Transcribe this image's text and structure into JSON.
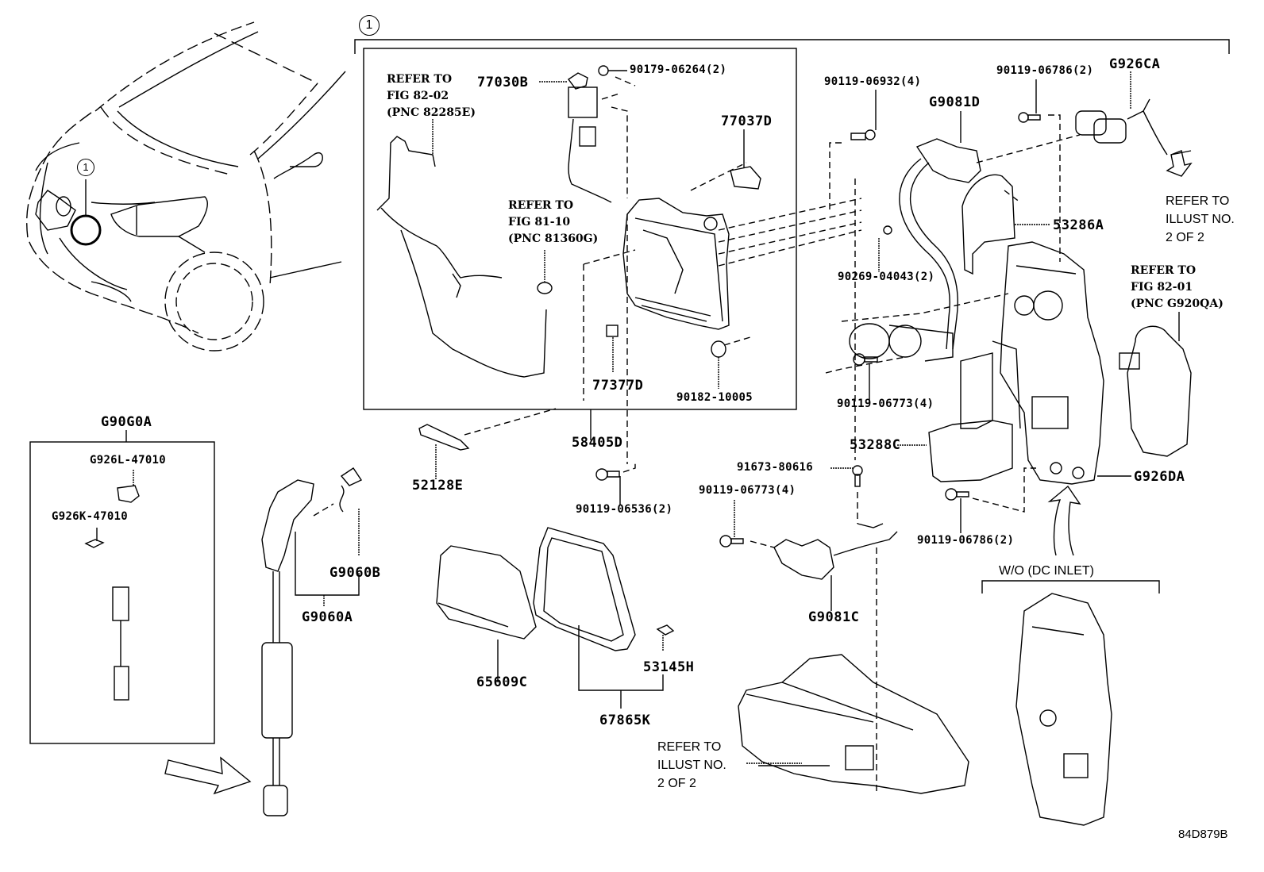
{
  "diagram": {
    "figure_id": "84D879B",
    "callout_number": "1",
    "callout_number_car": "1",
    "labels": {
      "p77030B": "77030B",
      "p90179": "90179-06264(2)",
      "p77037D": "77037D",
      "p90119_06932": "90119-06932(4)",
      "pG9081D": "G9081D",
      "p90119_06786_top": "90119-06786(2)",
      "pG926CA": "G926CA",
      "p53286A": "53286A",
      "p90269": "90269-04043(2)",
      "p77377D": "77377D",
      "p90182": "90182-10005",
      "p90119_06773_a": "90119-06773(4)",
      "p53288C": "53288C",
      "p91673": "91673-80616",
      "p90119_06773_b": "90119-06773(4)",
      "pG926DA": "G926DA",
      "p90119_06786_bot": "90119-06786(2)",
      "p52128E": "52128E",
      "p58405D": "58405D",
      "p90119_06536": "90119-06536(2)",
      "pG90G0A": "G90G0A",
      "pG926L": "G926L-47010",
      "pG926K": "G926K-47010",
      "pG9060B": "G9060B",
      "pG9060A": "G9060A",
      "p65609C": "65609C",
      "p53145H": "53145H",
      "p67865K": "67865K",
      "pG9081C": "G9081C"
    },
    "notes": {
      "refer_fig_82_02": "REFER TO\nFIG 82-02\n(PNC 82285E)",
      "refer_fig_81_10": "REFER TO\nFIG 81-10\n(PNC 81360G)",
      "refer_fig_82_01": "REFER TO\nFIG 82-01\n(PNC G920QA)",
      "refer_illust_top": "REFER TO\nILLUST NO.\n2 OF 2",
      "refer_illust_bottom": "REFER TO\nILLUST NO.\n2 OF 2",
      "variant_label": "W/O (DC INLET)"
    }
  }
}
